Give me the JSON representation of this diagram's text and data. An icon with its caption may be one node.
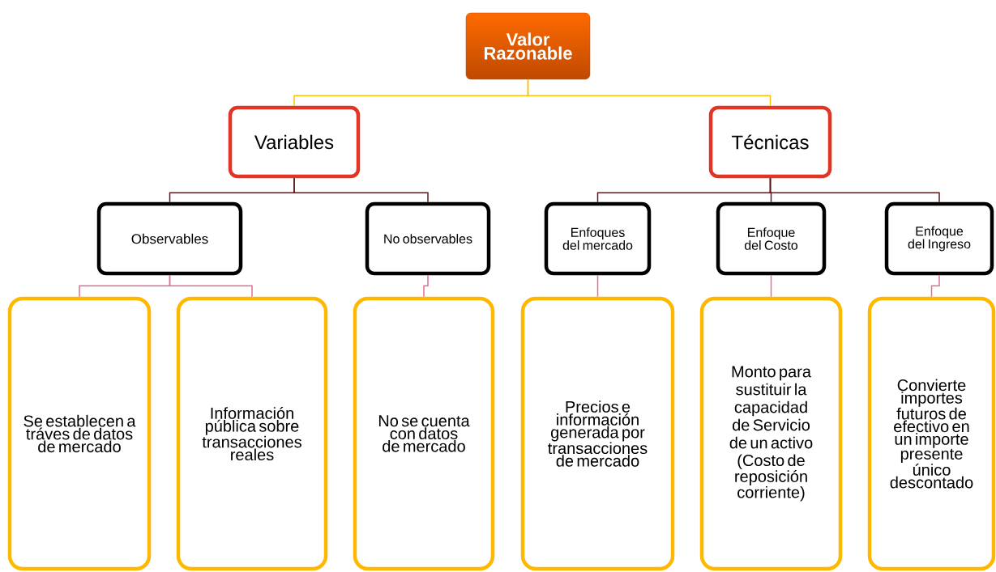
{
  "diagram": {
    "nodes": [
      {
        "text": [
          "Valor Razonable"
        ]
      },
      {
        "text": [
          "Variables"
        ]
      },
      {
        "text": [
          "Técnicas"
        ]
      },
      {
        "text": [
          "Observables"
        ]
      },
      {
        "text": [
          "No observables"
        ]
      },
      {
        "text": [
          "Enfoques del mercado"
        ]
      },
      {
        "text": [
          "Enfoque del Costo"
        ]
      },
      {
        "text": [
          "Enfoque del Ingreso"
        ]
      },
      {
        "text": [
          "Se establecen a tráves de datos de mercado"
        ]
      },
      {
        "text": [
          "Información pública sobre transacciones reales"
        ]
      },
      {
        "text": [
          "No se cuenta con datos de mercado"
        ]
      },
      {
        "text": [
          "Precios e información generada por transacciones de mercado"
        ]
      },
      {
        "text": [
          "Monto para sustituir la capacidad de Servicio de un activo",
          "(Costo de reposición corriente)"
        ]
      },
      {
        "text": [
          "Convierte importes futuros de efectivo en un importe presente único descontado"
        ]
      }
    ],
    "edges": [
      {
        "from": 0,
        "to": 1,
        "arrow": "none",
        "color": "#ffc000"
      },
      {
        "from": 0,
        "to": 2,
        "arrow": "none",
        "color": "#ffc000"
      },
      {
        "from": 1,
        "to": 3,
        "arrow": "none",
        "color": "#5c1a1a"
      },
      {
        "from": 1,
        "to": 4,
        "arrow": "none",
        "color": "#5c1a1a"
      },
      {
        "from": 2,
        "to": 5,
        "arrow": "none",
        "color": "#5c1a1a"
      },
      {
        "from": 2,
        "to": 6,
        "arrow": "none",
        "color": "#5c1a1a"
      },
      {
        "from": 2,
        "to": 7,
        "arrow": "none",
        "color": "#5c1a1a"
      },
      {
        "from": 3,
        "to": 8,
        "arrow": "none",
        "color": "#e07090"
      },
      {
        "from": 3,
        "to": 9,
        "arrow": "none",
        "color": "#e07090"
      },
      {
        "from": 4,
        "to": 10,
        "arrow": "none",
        "color": "#e07090"
      },
      {
        "from": 5,
        "to": 11,
        "arrow": "none",
        "color": "#e07090"
      },
      {
        "from": 6,
        "to": 12,
        "arrow": "none",
        "color": "#e07090"
      },
      {
        "from": 7,
        "to": 13,
        "arrow": "none",
        "color": "#e07090"
      }
    ]
  }
}
